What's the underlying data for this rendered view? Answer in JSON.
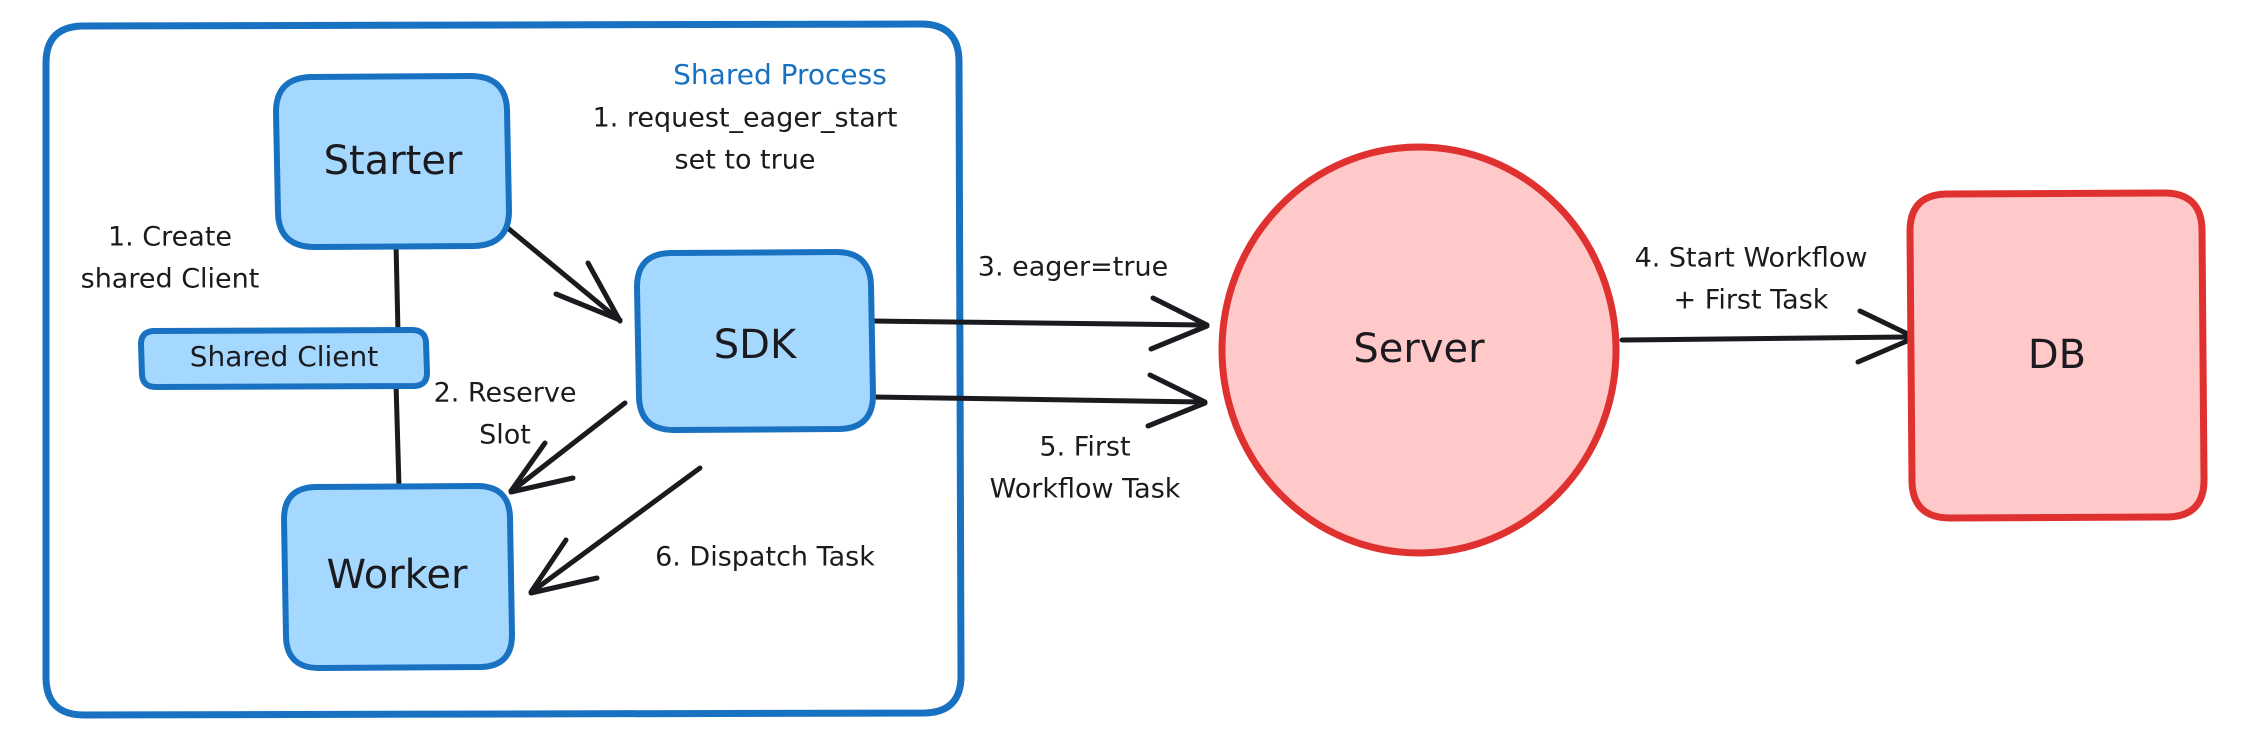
{
  "diagram": {
    "title": "Shared Process Eager Workflow Start",
    "colors": {
      "blue_stroke": "#1971c2",
      "blue_fill": "#a5d8ff",
      "red_stroke": "#e03131",
      "red_fill": "#ffc9c9",
      "ink": "#1b1b1f",
      "background": "#ffffff"
    },
    "groups": [
      {
        "id": "shared-process",
        "label": "Shared Process",
        "shape": "rounded-rectangle",
        "stroke": "#1971c2",
        "fill": "none"
      }
    ],
    "nodes": [
      {
        "id": "starter",
        "label": "Starter",
        "shape": "rounded-rectangle",
        "stroke": "#1971c2",
        "fill": "#a5d8ff"
      },
      {
        "id": "shared-client",
        "label": "Shared Client",
        "shape": "rounded-rectangle",
        "stroke": "#1971c2",
        "fill": "#a5d8ff"
      },
      {
        "id": "worker",
        "label": "Worker",
        "shape": "rounded-rectangle",
        "stroke": "#1971c2",
        "fill": "#a5d8ff"
      },
      {
        "id": "sdk",
        "label": "SDK",
        "shape": "rounded-rectangle",
        "stroke": "#1971c2",
        "fill": "#a5d8ff"
      },
      {
        "id": "server",
        "label": "Server",
        "shape": "ellipse",
        "stroke": "#e03131",
        "fill": "#ffc9c9"
      },
      {
        "id": "db",
        "label": "DB",
        "shape": "rounded-rectangle",
        "stroke": "#e03131",
        "fill": "#ffc9c9"
      }
    ],
    "edges": [
      {
        "id": "edge-create-shared-client",
        "from": "starter",
        "to": "shared-client",
        "arrow": false,
        "label_lines": [
          "1. Create",
          "shared Client"
        ],
        "step": "1"
      },
      {
        "id": "edge-request-eager-start",
        "from": "starter",
        "to": "sdk",
        "arrow": true,
        "label_lines": [
          "1. request_eager_start",
          "set to true"
        ],
        "step": "1"
      },
      {
        "id": "edge-reserve-slot",
        "from": "sdk",
        "to": "worker",
        "arrow": true,
        "label_lines": [
          "2. Reserve",
          "Slot"
        ],
        "step": "2"
      },
      {
        "id": "edge-eager-true",
        "from": "sdk",
        "to": "server",
        "arrow": true,
        "label_lines": [
          "3. eager=true"
        ],
        "step": "3"
      },
      {
        "id": "edge-start-workflow",
        "from": "server",
        "to": "db",
        "arrow": true,
        "label_lines": [
          "4. Start Workflow",
          "+ First Task"
        ],
        "step": "4"
      },
      {
        "id": "edge-first-workflow-task",
        "from": "server",
        "to": "sdk",
        "arrow": true,
        "label_lines": [
          "5. First",
          "Workflow Task"
        ],
        "step": "5"
      },
      {
        "id": "edge-dispatch-task",
        "from": "sdk",
        "to": "worker",
        "arrow": true,
        "label_lines": [
          "6. Dispatch Task"
        ],
        "step": "6"
      }
    ],
    "labels": {
      "shared_process": "Shared Process",
      "starter": "Starter",
      "shared_client": "Shared Client",
      "worker": "Worker",
      "sdk": "SDK",
      "server": "Server",
      "db": "DB",
      "create_shared_client_l1": "1. Create",
      "create_shared_client_l2": "shared Client",
      "request_eager_start_l1": "1. request_eager_start",
      "request_eager_start_l2": "set to true",
      "reserve_slot_l1": "2. Reserve",
      "reserve_slot_l2": "Slot",
      "eager_true": "3. eager=true",
      "start_workflow_l1": "4. Start Workflow",
      "start_workflow_l2": "+ First Task",
      "first_workflow_task_l1": "5. First",
      "first_workflow_task_l2": "Workflow Task",
      "dispatch_task": "6. Dispatch Task"
    }
  }
}
